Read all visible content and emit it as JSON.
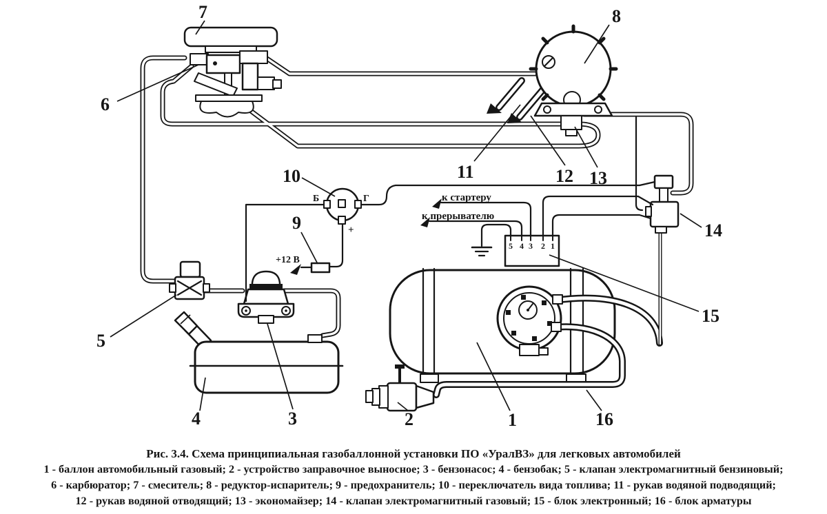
{
  "figure": {
    "caption": "Рис. 3.4. Схема принципиальная газобаллонной установки ПО «УралВЗ» для легковых автомобилей",
    "legend_lines": [
      "1 - баллон автомобильный газовый; 2 - устройство заправочное выносное; 3 - бензонасос; 4 - бензобак; 5 - клапан электромагнитный бензиновый;",
      "6 - карбюратор; 7 - смеситель; 8 - редуктор-испаритель; 9 - предохранитель; 10 - переключатель вида топлива; 11 - рукав водяной подводящий;",
      "12 - рукав водяной отводящий; 13 - экономайзер; 14 - клапан электромагнитный газовый; 15 - блок электронный; 16 - блок арматуры"
    ],
    "legend_items": [
      {
        "num": "1",
        "text": "баллон автомобильный газовый"
      },
      {
        "num": "2",
        "text": "устройство заправочное выносное"
      },
      {
        "num": "3",
        "text": "бензонасос"
      },
      {
        "num": "4",
        "text": "бензобак"
      },
      {
        "num": "5",
        "text": "клапан электромагнитный бензиновый"
      },
      {
        "num": "6",
        "text": "карбюратор"
      },
      {
        "num": "7",
        "text": "смеситель"
      },
      {
        "num": "8",
        "text": "редуктор-испаритель"
      },
      {
        "num": "9",
        "text": "предохранитель"
      },
      {
        "num": "10",
        "text": "переключатель вида топлива"
      },
      {
        "num": "11",
        "text": "рукав водяной подводящий"
      },
      {
        "num": "12",
        "text": "рукав водяной отводящий"
      },
      {
        "num": "13",
        "text": "экономайзер"
      },
      {
        "num": "14",
        "text": "клапан электромагнитный газовый"
      },
      {
        "num": "15",
        "text": "блок электронный"
      },
      {
        "num": "16",
        "text": "блок арматуры"
      }
    ]
  },
  "diagram": {
    "callouts": {
      "c1": "1",
      "c2": "2",
      "c3": "3",
      "c4": "4",
      "c5": "5",
      "c6": "6",
      "c7": "7",
      "c8": "8",
      "c9": "9",
      "c10": "10",
      "c11": "11",
      "c12": "12",
      "c13": "13",
      "c14": "14",
      "c15": "15",
      "c16": "16"
    },
    "annotations": {
      "to_starter": "к стартеру",
      "to_breaker": "к прерывателю",
      "plus_12v": "+12 В",
      "switch_petrol": "Б",
      "switch_gas": "Г",
      "switch_plus": "+",
      "terminals": [
        "5",
        "4",
        "3",
        "2",
        "1"
      ]
    }
  },
  "colors": {
    "ink": "#161616",
    "paper": "#ffffff"
  }
}
